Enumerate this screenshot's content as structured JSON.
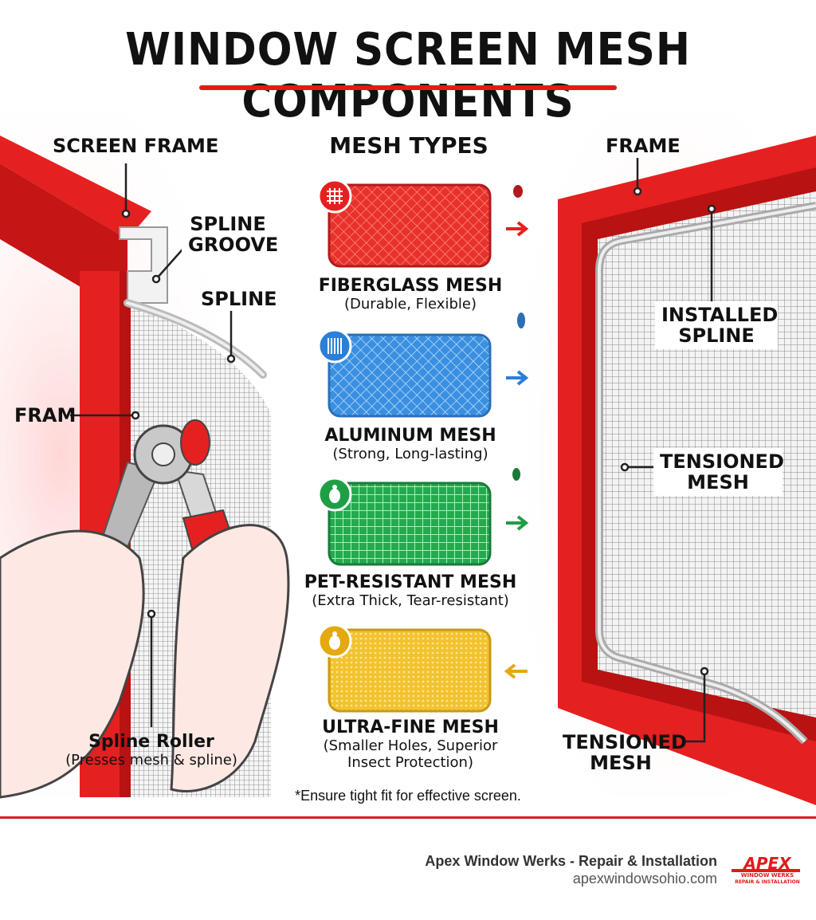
{
  "title": "WINDOW SCREEN MESH COMPONENTS",
  "left": {
    "screen_frame": "SCREEN FRAME",
    "spline_groove": "SPLINE GROOVE",
    "spline": "SPLINE",
    "fram": "FRAM",
    "roller_title": "Spline Roller",
    "roller_desc": "(Presses mesh & spline)"
  },
  "center": {
    "heading": "MESH TYPES",
    "items": [
      {
        "name": "FIBERGLASS MESH",
        "desc": "(Durable, Flexible)",
        "color": "#e8312b",
        "icon": "grid-icon"
      },
      {
        "name": "ALUMINUM MESH",
        "desc": "(Strong, Long-lasting)",
        "color": "#3a8fe0",
        "icon": "lines-icon"
      },
      {
        "name": "PET-RESISTANT MESH",
        "desc": "(Extra Thick, Tear-resistant)",
        "color": "#25a94e",
        "icon": "bug-icon"
      },
      {
        "name": "ULTRA-FINE MESH",
        "desc_line1": "(Smaller Holes, Superior",
        "desc_line2": "Insect Protection)",
        "color": "#f2c230",
        "icon": "bug-icon"
      }
    ],
    "note": "*Ensure tight fit for effective screen."
  },
  "right": {
    "frame": "FRAME",
    "installed_spline_1": "INSTALLED",
    "installed_spline_2": "SPLINE",
    "tensioned_mesh_1": "TENSIONED",
    "tensioned_mesh_2": "MESH",
    "tensioned_bottom_1": "TENSIONED",
    "tensioned_bottom_2": "MESH"
  },
  "footer": {
    "company": "Apex Window Werks - Repair & Installation",
    "url": "apexwindowsohio.com",
    "logo_text": "APEX",
    "logo_sub1": "WINDOW WERKS",
    "logo_sub2": "REPAIR & INSTALLATION"
  },
  "colors": {
    "accent": "#e11b1b",
    "fiberglass": "#e8312b",
    "aluminum": "#3a8fe0",
    "pet": "#25a94e",
    "ultrafine": "#f2c230"
  }
}
